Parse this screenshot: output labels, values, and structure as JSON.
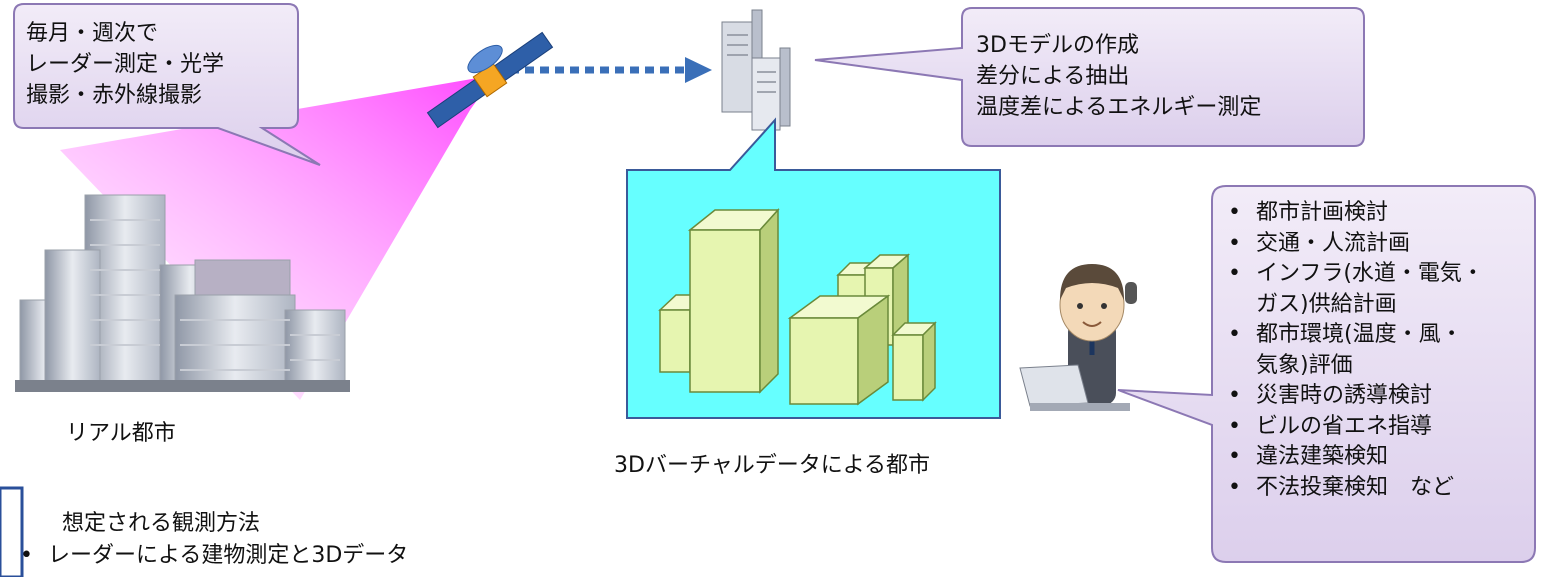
{
  "left_callout": {
    "lines": [
      "毎月・週次で",
      "レーダー測定・光学",
      "撮影・赤外線撮影"
    ]
  },
  "server_callout": {
    "lines": [
      "3Dモデルの作成",
      "差分による抽出",
      "温度差によるエネルギー測定"
    ]
  },
  "labels": {
    "real_city": "リアル都市",
    "virtual_city": "3Dバーチャルデータによる都市"
  },
  "uses_callout": {
    "items": [
      "都市計画検討",
      "交通・人流計画",
      "インフラ(水道・電気・",
      "ガス)供給計画",
      "都市環境(温度・風・",
      "気象)評価",
      "災害時の誘導検討",
      "ビルの省エネ指導",
      "違法建築検知",
      "不法投棄検知　など"
    ]
  },
  "observation": {
    "heading": "想定される観測方法",
    "items": [
      "レーダーによる建物測定と3Dデータ"
    ]
  },
  "colors": {
    "callout_fill": "#e6dcf0",
    "callout_border": "#8c78b4",
    "beam": "#ff40ff",
    "virtual_bg": "#66ffff",
    "building_green": "#e6f5b0",
    "arrow_blue": "#3a6fb8",
    "box_border": "#3a5a9a"
  }
}
